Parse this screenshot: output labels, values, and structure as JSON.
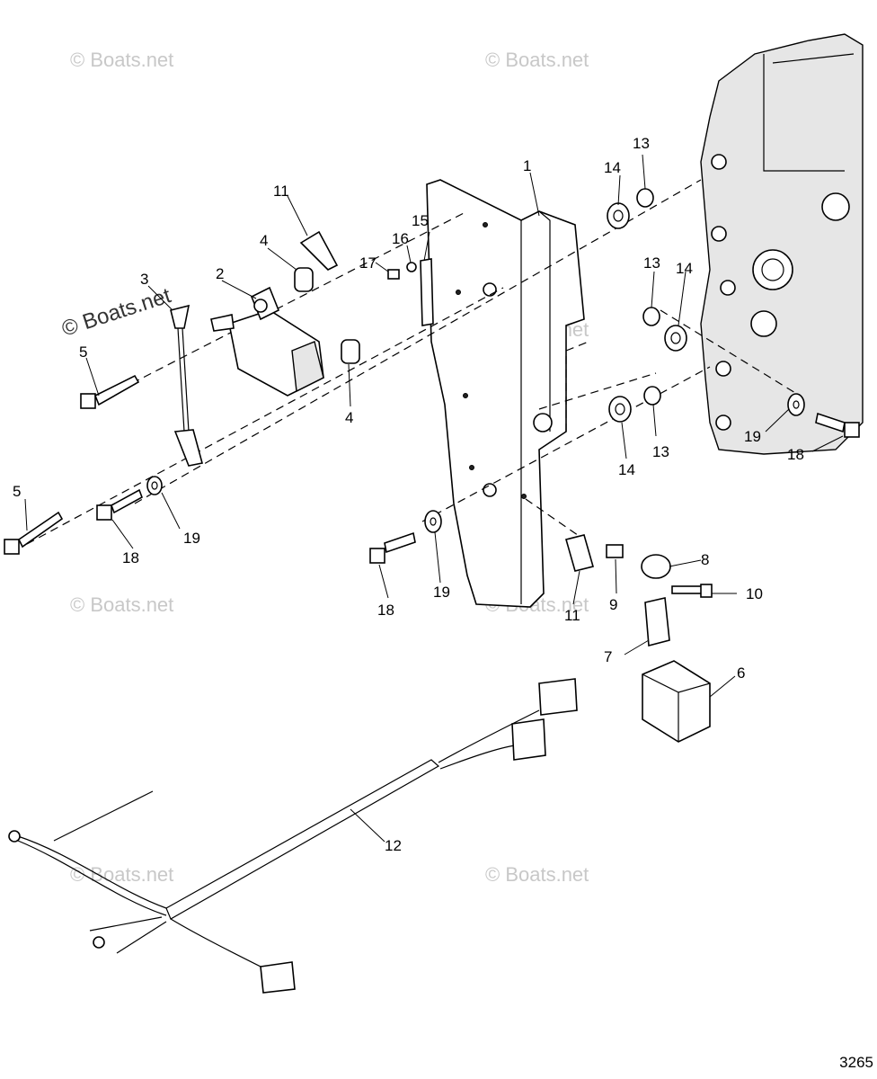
{
  "watermarks": [
    "© Boats.net",
    "© Boats.net",
    "© Boats.net",
    "© Boats.net",
    "© Boats.net",
    "© Boats.net",
    "© Boats.net",
    "© Boats.net"
  ],
  "figure_number": "3265",
  "callouts": [
    "1",
    "2",
    "3",
    "4",
    "4",
    "5",
    "5",
    "6",
    "7",
    "8",
    "9",
    "10",
    "11",
    "11",
    "12",
    "13",
    "13",
    "13",
    "14",
    "14",
    "14",
    "15",
    "16",
    "17",
    "18",
    "18",
    "18",
    "19",
    "19",
    "19"
  ]
}
